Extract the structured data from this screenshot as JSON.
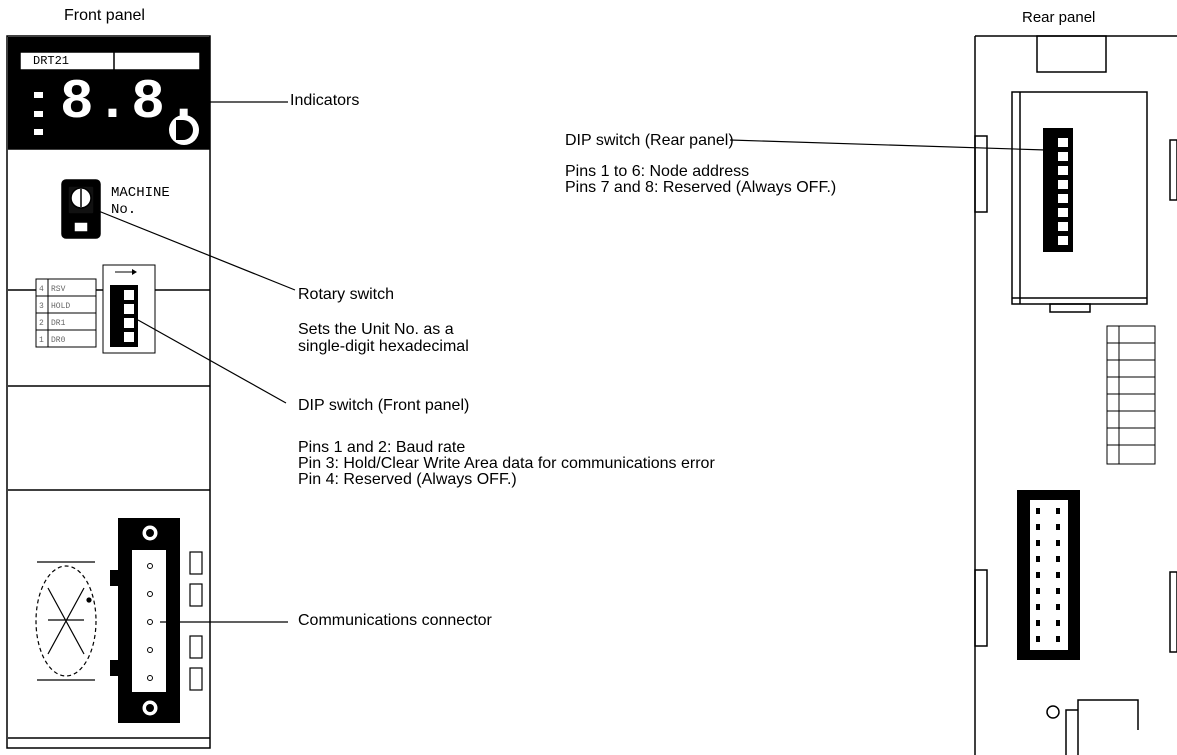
{
  "titles": {
    "front": "Front panel",
    "rear": "Rear panel"
  },
  "device": {
    "model_label": "DRT21",
    "display_digits": "8.8.",
    "rotary_label_line1": "MACHINE",
    "rotary_label_line2": "No."
  },
  "callouts": {
    "indicators": "Indicators",
    "rotary_switch": "Rotary switch",
    "rotary_desc_line1": "Sets the Unit No. as a",
    "rotary_desc_line2": "single-digit hexadecimal",
    "dip_front": "DIP switch (Front panel)",
    "dip_front_pin12": "Pins 1 and 2: Baud rate",
    "dip_front_pin3": "Pin 3: Hold/Clear Write Area data for communications error",
    "dip_front_pin4": "Pin 4: Reserved (Always OFF.)",
    "comms_connector": "Communications connector",
    "dip_rear": "DIP switch (Rear panel)",
    "dip_rear_pins16": "Pins 1 to 6: Node address",
    "dip_rear_pins78": "Pins 7 and 8: Reserved (Always OFF.)"
  }
}
